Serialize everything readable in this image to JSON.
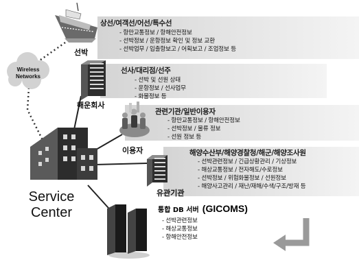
{
  "ship": {
    "label": "선박",
    "header": "상선/여객선/어선/특수선",
    "items": [
      "- 항만교통정보 / 항해안전정보",
      "- 선박정보 / 운항정보 확인 및 정보 교환",
      "- 선박업무 / 입출항보고 / 어획보고 / 조업정보 등"
    ]
  },
  "cloud": {
    "label": "Wireless\nNetworks"
  },
  "shipping_company": {
    "label": "해운회사",
    "header": "선사/대리점/선주",
    "items": [
      "- 선박 및 선원 상태",
      "- 운항정보 / 선사업무",
      "- 화물정보 등"
    ]
  },
  "user": {
    "label": "이용자",
    "header": "관련기관/일반이용자",
    "items": [
      "- 항만교통정보 / 항해안전정보",
      "- 선박정보 / 물류 정보",
      "- 선원 정보 등"
    ]
  },
  "agency": {
    "label": "유관기관",
    "header": "해양수산부/해양경찰청/해군/해양조사원",
    "items": [
      "- 선박관련정보 / 긴급상황관리 / 기상정보",
      "- 해상교통정보 / 전자해도/수로정보",
      "- 선박정보 / 위험화물정보 / 선원정보",
      "- 해양사고관리 / 재난/재해/수색/구조/방재 등"
    ]
  },
  "server": {
    "header_prefix": "통합 DB 서버",
    "header_name": "(GICOMS)",
    "items": [
      "- 선박관련정보",
      "- 해상교통정보",
      "- 항해안전정보"
    ]
  },
  "service_center": {
    "label": "Service\nCenter"
  }
}
